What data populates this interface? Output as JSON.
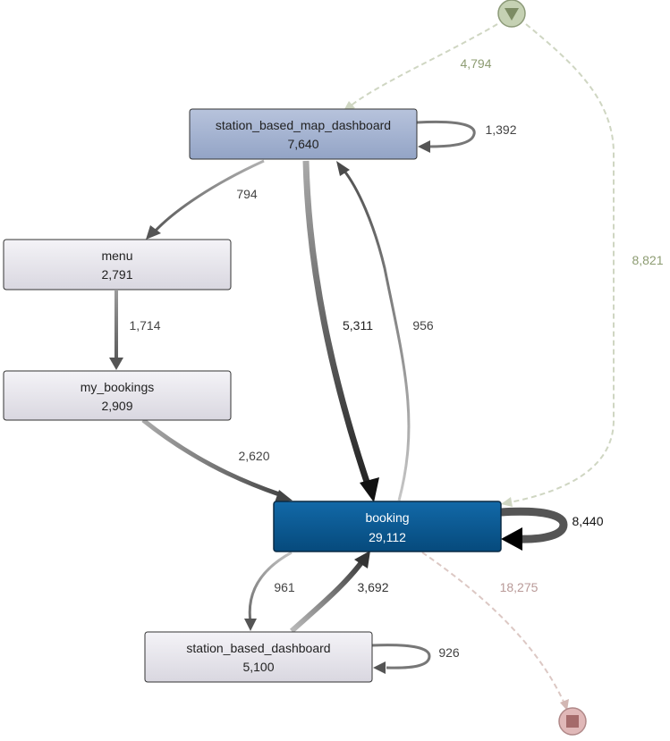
{
  "colors": {
    "start_fill": "#c5d1b3",
    "end_fill": "#e0b8b8",
    "dashed_start": "#cfd6c2",
    "dashed_end": "#dcc8c4",
    "label_start": "#8d9c72",
    "label_end": "#b99a98",
    "booking_fill": "#0d5a94",
    "map_fill": "#a5b4d0",
    "gray_fill": "#e6e4ec"
  },
  "nodes": {
    "start": {
      "icon": "triangle-down-icon"
    },
    "end": {
      "icon": "square-stop-icon"
    },
    "station_based_map_dashboard": {
      "label": "station_based_map_dashboard",
      "count": "7,640"
    },
    "menu": {
      "label": "menu",
      "count": "2,791"
    },
    "my_bookings": {
      "label": "my_bookings",
      "count": "2,909"
    },
    "booking": {
      "label": "booking",
      "count": "29,112"
    },
    "station_based_dashboard": {
      "label": "station_based_dashboard",
      "count": "5,100"
    }
  },
  "edges": {
    "start_to_map": "4,794",
    "start_to_booking": "8,821",
    "map_self": "1,392",
    "map_to_menu": "794",
    "menu_to_my_bookings": "1,714",
    "map_to_booking": "5,311",
    "booking_to_map": "956",
    "my_bookings_to_booking": "2,620",
    "booking_self": "8,440",
    "booking_to_end": "18,275",
    "booking_to_station_dashboard": "961",
    "station_dashboard_to_booking": "3,692",
    "station_dashboard_self": "926"
  }
}
